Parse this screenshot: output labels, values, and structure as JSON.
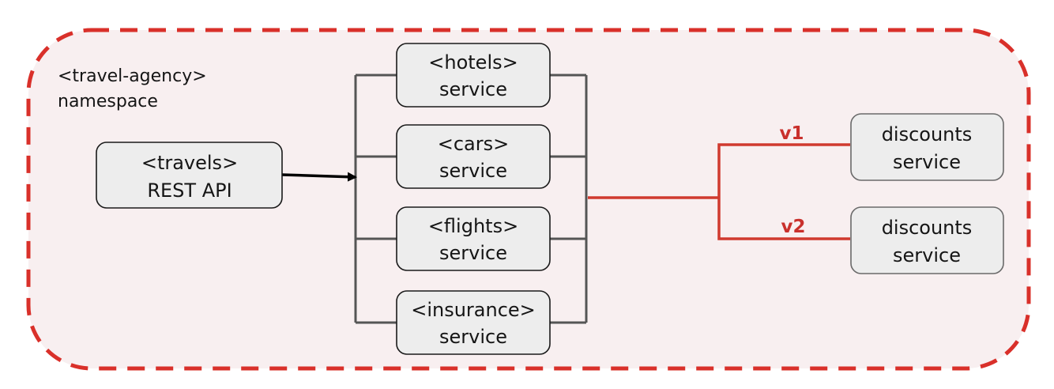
{
  "namespace": {
    "line1": "<travel-agency>",
    "line2": "namespace"
  },
  "travels": {
    "line1": "<travels>",
    "line2": "REST API"
  },
  "services": [
    {
      "line1": "<hotels>",
      "line2": "service"
    },
    {
      "line1": "<cars>",
      "line2": "service"
    },
    {
      "line1": "<flights>",
      "line2": "service"
    },
    {
      "line1": "<insurance>",
      "line2": "service"
    }
  ],
  "discounts": [
    {
      "version": "v1",
      "line1": "discounts",
      "line2": "service"
    },
    {
      "version": "v2",
      "line1": "discounts",
      "line2": "service"
    }
  ],
  "colors": {
    "accent": "#d03a2f",
    "background": "#f8eff0",
    "box": "#ededed"
  }
}
